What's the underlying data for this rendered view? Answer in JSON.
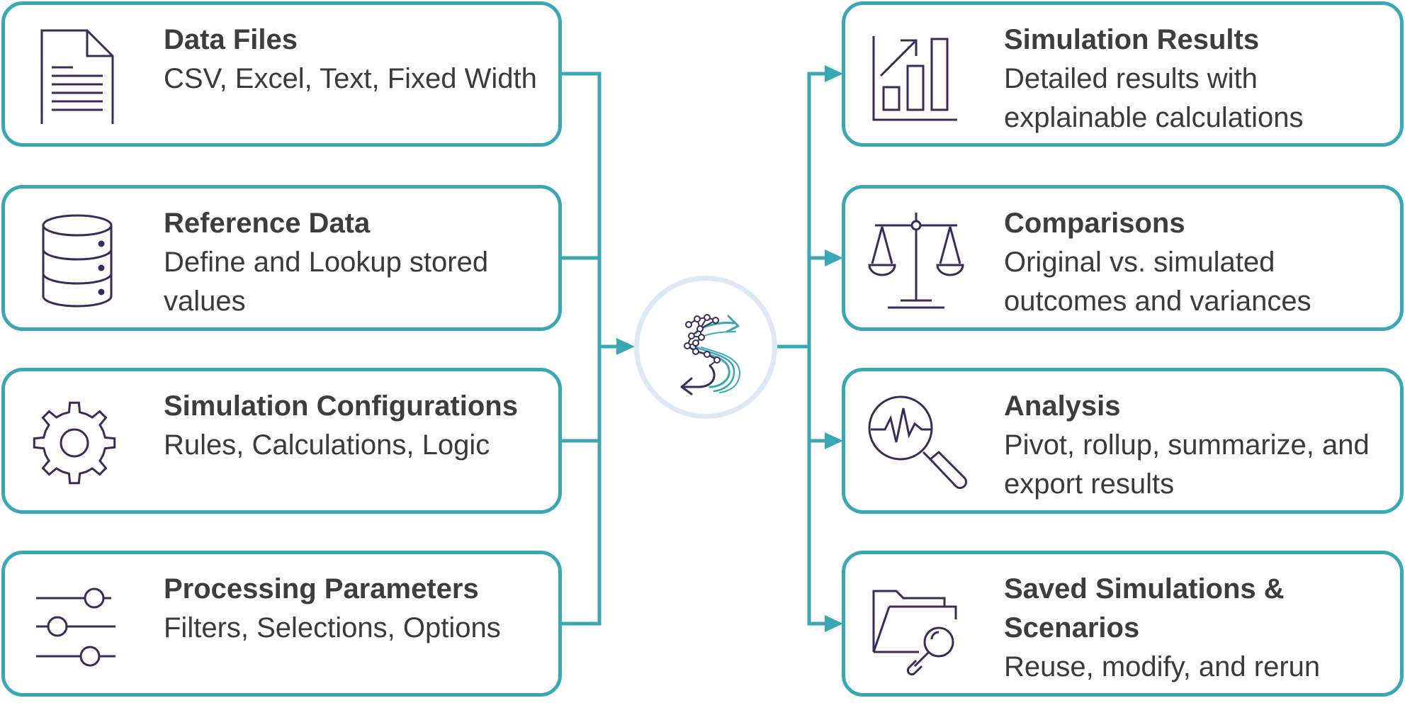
{
  "colors": {
    "accent": "#3aa8b4",
    "icon": "#3b2a5a",
    "hub_ring": "#dde8f6"
  },
  "hub": {
    "icon": "simulation-logo-icon"
  },
  "inputs": [
    {
      "icon": "document-icon",
      "title": "Data Files",
      "desc": "CSV, Excel, Text, Fixed Width"
    },
    {
      "icon": "database-icon",
      "title": "Reference Data",
      "desc": "Define and Lookup stored values"
    },
    {
      "icon": "gear-icon",
      "title": "Simulation Configurations",
      "desc": "Rules, Calculations, Logic"
    },
    {
      "icon": "sliders-icon",
      "title": "Processing Parameters",
      "desc": "Filters, Selections, Options"
    }
  ],
  "outputs": [
    {
      "icon": "bar-chart-icon",
      "title": "Simulation Results",
      "desc": "Detailed results with explainable calculations"
    },
    {
      "icon": "scale-icon",
      "title": "Comparisons",
      "desc": "Original vs. simulated outcomes and variances"
    },
    {
      "icon": "analysis-magnifier-icon",
      "title": "Analysis",
      "desc": "Pivot, rollup, summarize, and export results"
    },
    {
      "icon": "folder-search-icon",
      "title": "Saved Simulations & Scenarios",
      "desc": "Reuse, modify, and rerun"
    }
  ]
}
